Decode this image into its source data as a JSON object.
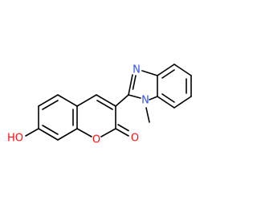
{
  "molecule": {
    "atoms": {
      "hydroxyl": {
        "text": "HO",
        "color": "#ff0d0d"
      },
      "ring_oxygen": {
        "text": "O",
        "color": "#ff0d0d"
      },
      "carbonyl_oxygen": {
        "text": "O",
        "color": "#ff0d0d"
      },
      "imine_nitrogen": {
        "text": "N",
        "color": "#3050f8"
      },
      "methyl_nitrogen": {
        "text": "N",
        "color": "#3050f8"
      }
    }
  }
}
